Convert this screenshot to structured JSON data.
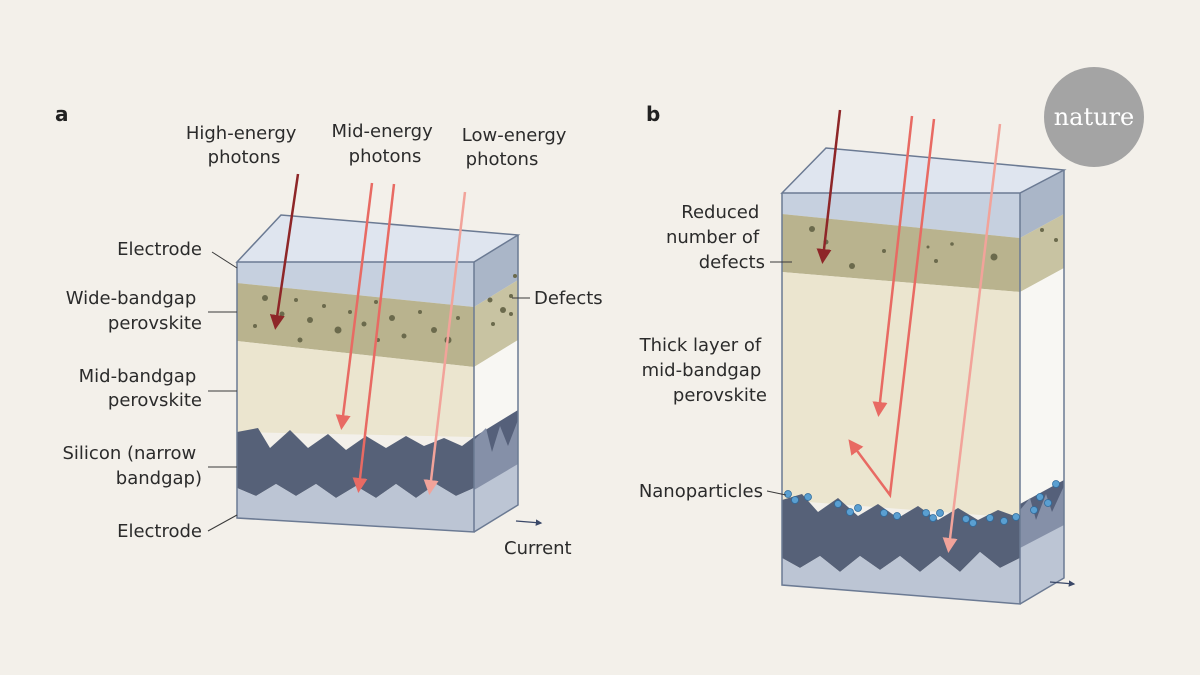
{
  "panel_a": {
    "letter": "a",
    "photons": {
      "high": [
        "High-energy",
        "photons"
      ],
      "mid": [
        "Mid-energy",
        "photons"
      ],
      "low": [
        "Low-energy",
        "photons"
      ]
    },
    "labels": {
      "electrode_top": "Electrode",
      "wide_bandgap": [
        "Wide-bandgap",
        "perovskite"
      ],
      "mid_bandgap": [
        "Mid-bandgap",
        "perovskite"
      ],
      "silicon": [
        "Silicon (narrow",
        "bandgap)"
      ],
      "electrode_bottom": "Electrode",
      "defects": "Defects",
      "current": "Current"
    }
  },
  "panel_b": {
    "letter": "b",
    "labels": {
      "reduced_defects": [
        "Reduced",
        "number of",
        "defects"
      ],
      "thick_layer": [
        "Thick layer of",
        "mid-bandgap",
        "perovskite"
      ],
      "nanoparticles": "Nanoparticles"
    }
  },
  "logo": {
    "text": "nature",
    "color": "#a4a4a4"
  },
  "colors": {
    "background": "#f3f0ea",
    "electrode": "#c6d0df",
    "wide_bandgap": "#b9b38e",
    "mid_bandgap": "#ebe5cf",
    "silicon": "#566178",
    "defect": "#6b6a4c",
    "arrow_high": "#8e2628",
    "arrow_mid": "#e86a63",
    "arrow_low": "#f2a39a",
    "nanoparticle": "#5a9fd1"
  }
}
